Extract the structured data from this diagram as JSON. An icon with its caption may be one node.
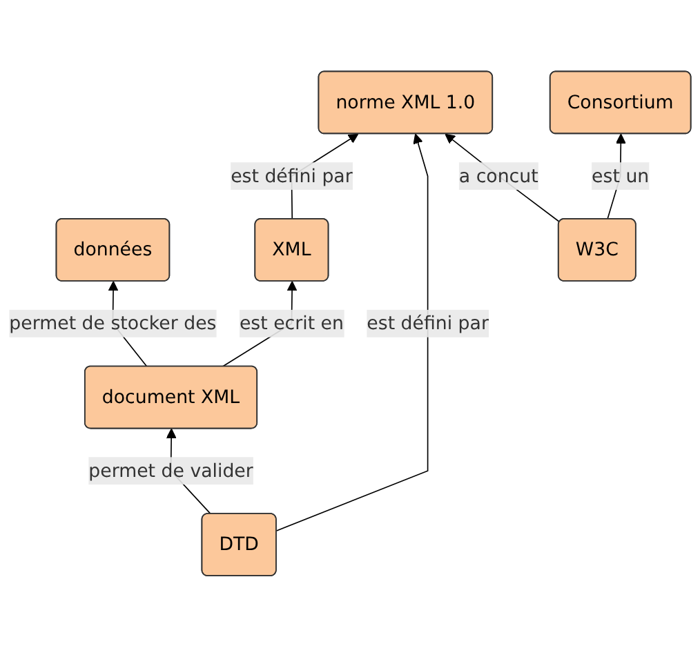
{
  "diagram": {
    "nodes": [
      {
        "text": [
          "données"
        ]
      },
      {
        "text": [
          "XML"
        ]
      },
      {
        "text": [
          "document XML"
        ]
      },
      {
        "text": [
          "DTD"
        ]
      },
      {
        "text": [
          "norme XML 1.0"
        ]
      },
      {
        "text": [
          "Consortium"
        ]
      },
      {
        "text": [
          "W3C"
        ]
      }
    ],
    "edges": [
      {
        "from": 2,
        "to": 0,
        "arrow": "to",
        "label": "permet de stocker des"
      },
      {
        "from": 2,
        "to": 1,
        "arrow": "to",
        "label": "est ecrit en"
      },
      {
        "from": 1,
        "to": 4,
        "arrow": "to",
        "label": "est défini par"
      },
      {
        "from": 3,
        "to": 2,
        "arrow": "to",
        "label": "permet de valider"
      },
      {
        "from": 3,
        "to": 4,
        "arrow": "to",
        "label": "est défini par"
      },
      {
        "from": 6,
        "to": 4,
        "arrow": "to",
        "label": "a concut"
      },
      {
        "from": 6,
        "to": 5,
        "arrow": "to",
        "label": "est un"
      }
    ]
  }
}
